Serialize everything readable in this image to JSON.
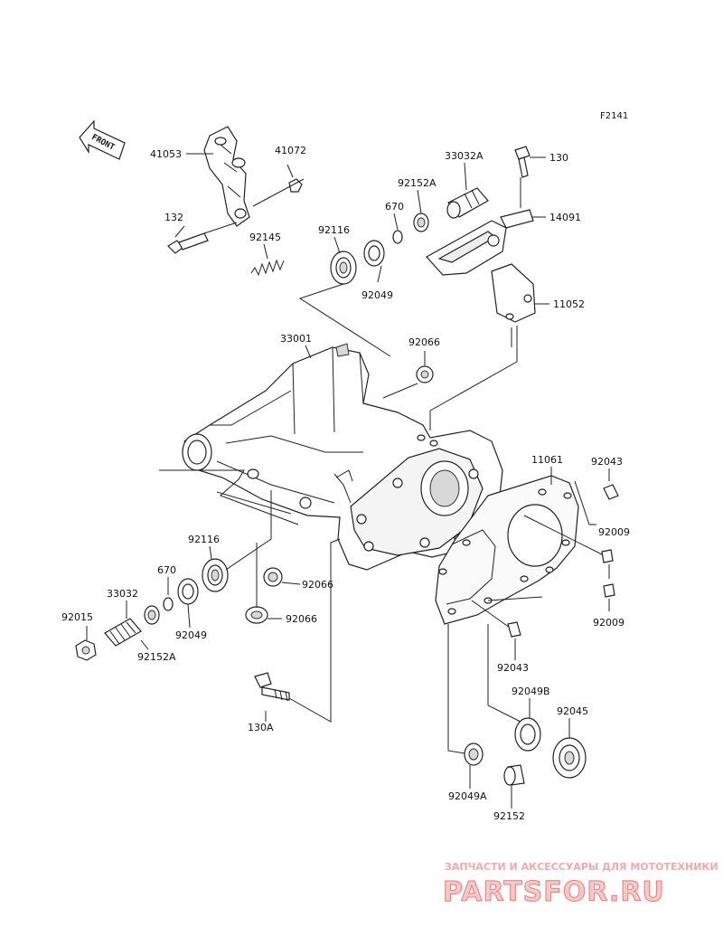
{
  "diagram_code": "F2141",
  "front_label": "FRONT",
  "labels": {
    "p41053": "41053",
    "p41072": "41072",
    "p132": "132",
    "p92145": "92145",
    "p92116a": "92116",
    "p670a": "670",
    "p92152Aa": "92152A",
    "p33032A": "33032A",
    "p130": "130",
    "p14091": "14091",
    "p92049a": "92049",
    "p11052": "11052",
    "p33001": "33001",
    "p92066a": "92066",
    "p11061": "11061",
    "p92043a": "92043",
    "p92009a": "92009",
    "p92009b": "92009",
    "p92116b": "92116",
    "p670b": "670",
    "p33032": "33032",
    "p92015": "92015",
    "p92152Ab": "92152A",
    "p92049b": "92049",
    "p92066b": "92066",
    "p92066c": "92066",
    "p92043b": "92043",
    "p130A": "130A",
    "p92049B": "92049B",
    "p92045": "92045",
    "p92049A": "92049A",
    "p92152": "92152"
  },
  "watermark": {
    "tagline": "ЗАПЧАСТИ И АКСЕССУАРЫ ДЛЯ МОТОТЕХНИКИ",
    "brand": "PARTSFOR.RU"
  }
}
